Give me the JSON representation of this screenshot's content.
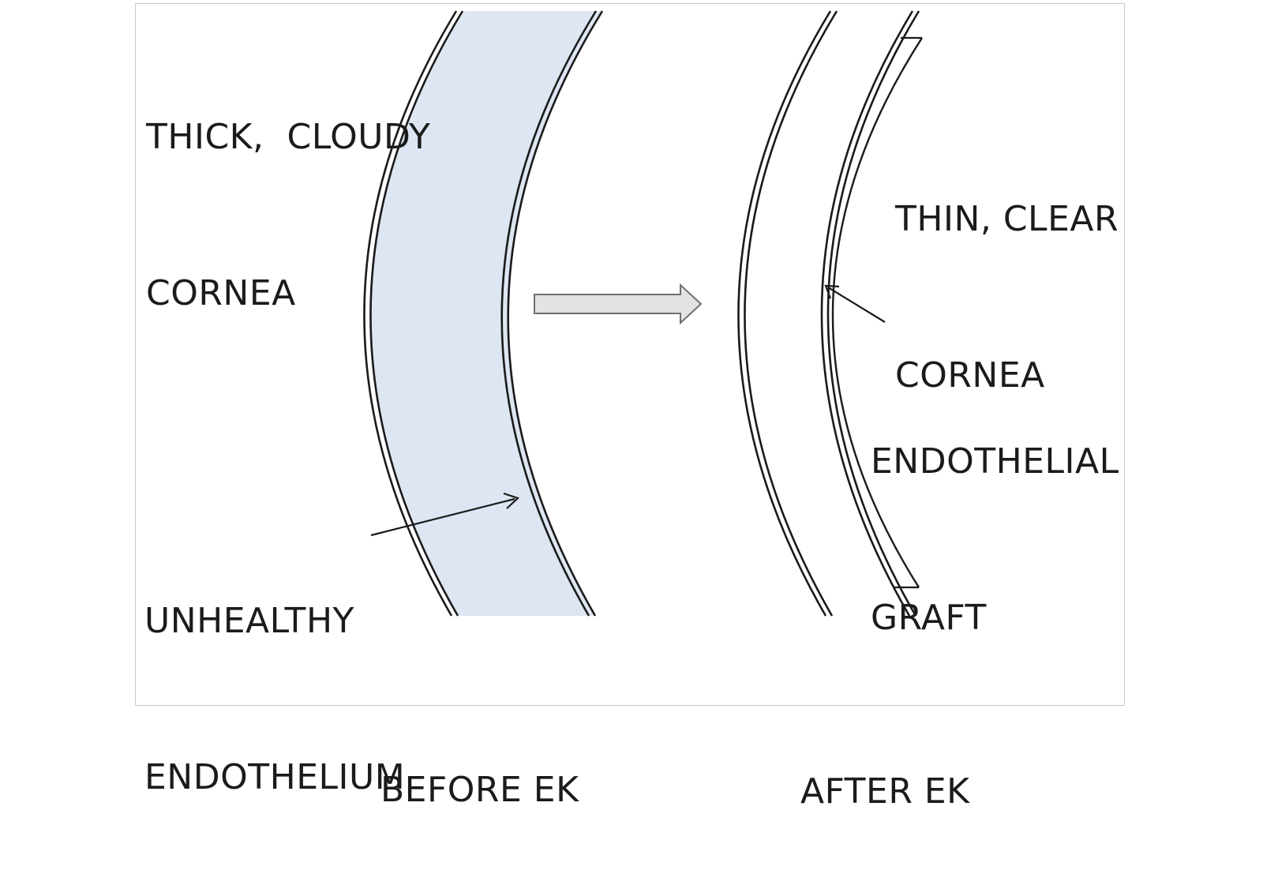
{
  "labels": {
    "before_top": {
      "line1": "THICK,  CLOUDY",
      "line2": "CORNEA"
    },
    "before_bottom": {
      "line1": "UNHEALTHY",
      "line2": "ENDOTHELIUM"
    },
    "after_top": {
      "line1": "THIN, CLEAR",
      "line2": "CORNEA"
    },
    "after_graft": {
      "line1": "ENDOTHELIAL",
      "line2": "GRAFT"
    },
    "before_caption": "BEFORE EK",
    "after_caption": "AFTER EK"
  },
  "colors": {
    "cloudy_fill": "#dde6f2",
    "arrow_fill": "#e3e3e3",
    "arrow_stroke": "#6f6f6f",
    "line": "#1b1b1b"
  }
}
